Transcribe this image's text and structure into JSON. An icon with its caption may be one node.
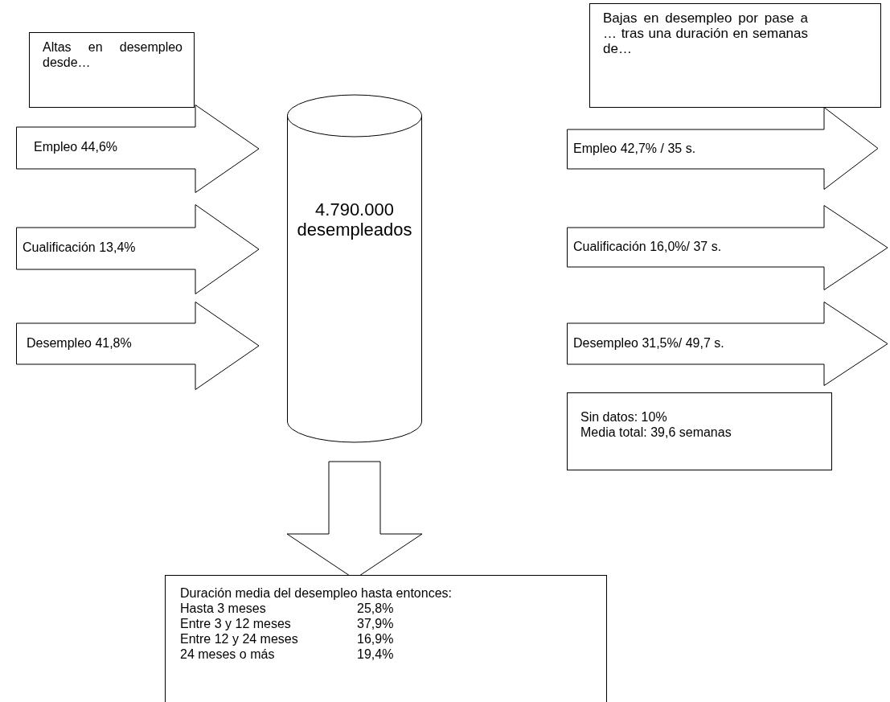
{
  "diagram": {
    "nodes": [
      {
        "text": [
          "Altas en desempleo desde…"
        ]
      },
      {
        "text": [
          "Bajas en desempleo por pase a … tras una duración en semanas de…"
        ]
      },
      {
        "text": [
          "Empleo 44,6%"
        ]
      },
      {
        "text": [
          "4.790.000 desempleados"
        ]
      },
      {
        "text": [
          "Empleo 42,7% / 35 s."
        ]
      },
      {
        "text": [
          "Cualificación 13,4%"
        ]
      },
      {
        "text": [
          "Cualificación 16,0%/ 37 s."
        ]
      },
      {
        "text": [
          "Desempleo 41,8%"
        ]
      },
      {
        "text": [
          "Desempleo 31,5%/ 49,7 s."
        ]
      },
      {
        "text": [
          "Sin datos: 10%",
          "Media total: 39,6 semanas"
        ]
      },
      {
        "text": [
          "Duración media del desempleo hasta entonces:",
          "Hasta 3 meses",
          "25,8%",
          "Entre 3 y 12 meses",
          "37,9%",
          "Entre 12 y 24 meses",
          "16,9%",
          "24 meses o más",
          "19,4%"
        ]
      }
    ],
    "edges": [
      {
        "from": 3,
        "to": 10,
        "arrow": "to"
      }
    ]
  }
}
